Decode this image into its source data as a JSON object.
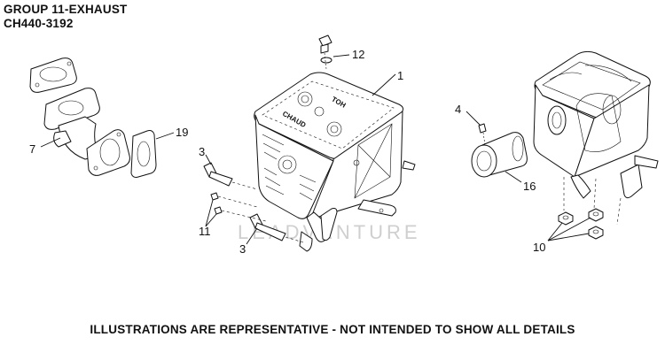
{
  "header": {
    "group_title": "GROUP 11-EXHAUST",
    "model": "CH440-3192"
  },
  "footer": {
    "note": "ILLUSTRATIONS ARE REPRESENTATIVE - NOT INTENDED TO SHOW ALL DETAILS"
  },
  "watermark": {
    "text": "LEADVENTURE"
  },
  "muffler_labels": {
    "left": "CHAUD",
    "right": "HOT"
  },
  "callouts": [
    "1",
    "3",
    "3",
    "4",
    "7",
    "10",
    "11",
    "12",
    "16",
    "19"
  ]
}
